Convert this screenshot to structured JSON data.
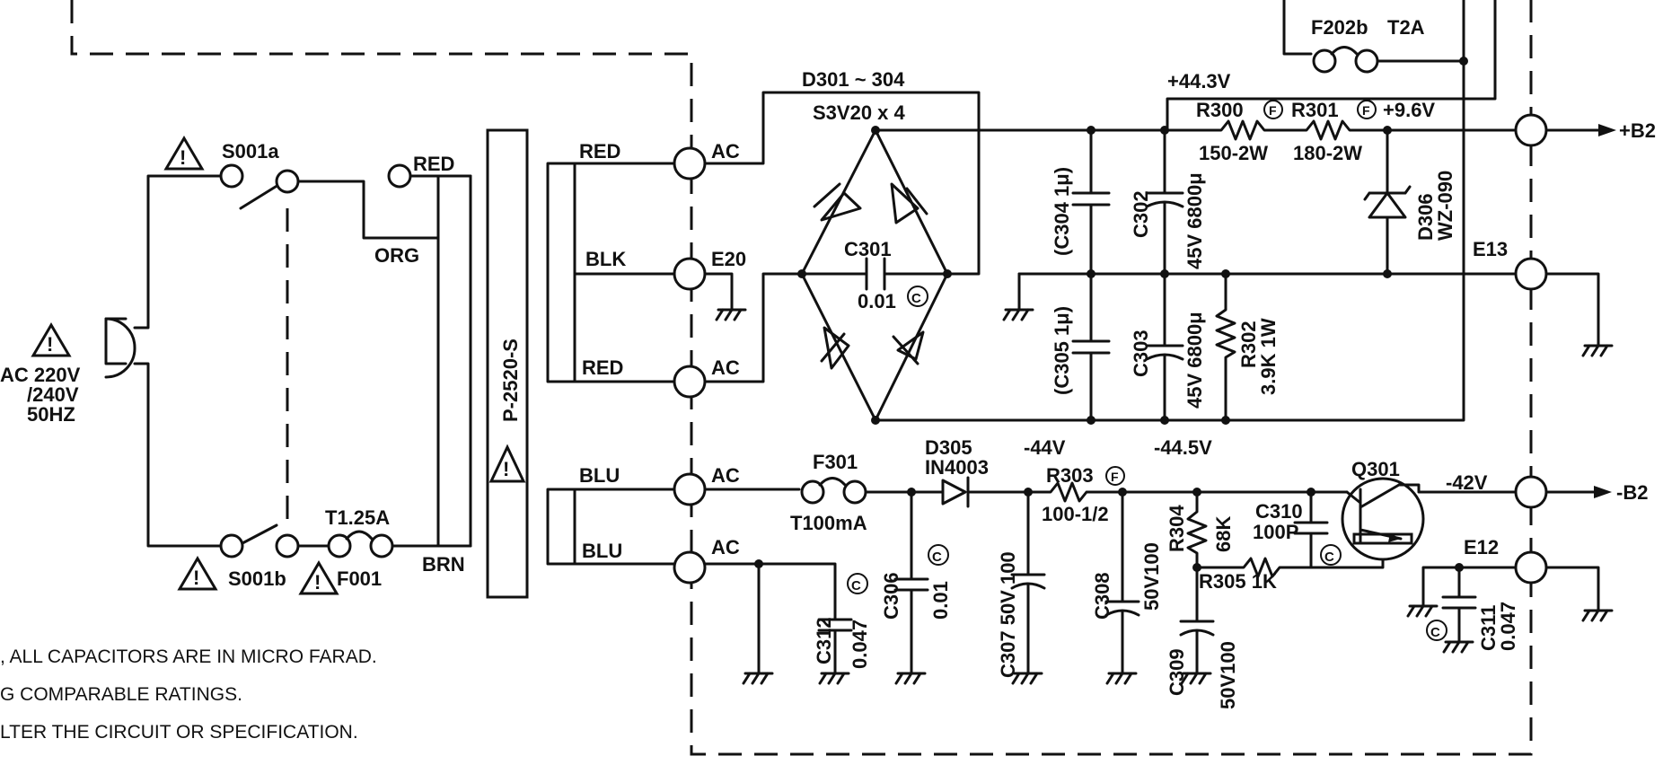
{
  "labels": {
    "d301_304": "D301 ~ 304",
    "s3v20": "S3V20 x 4",
    "c301": "C301",
    "c301_val": "0.01",
    "plus443": "+44.3V",
    "f202b": "F202b",
    "t2a": "T2A",
    "r300": "R300",
    "r301": "R301",
    "r300_val": "150-2W",
    "r301_val": "180-2W",
    "plus96": "+9.6V",
    "b2_plus": "+B2",
    "c304": "(C304 1μ)",
    "c305": "(C305 1μ)",
    "c302": "C302",
    "c302_val": "45V 6800μ",
    "c303": "C303",
    "c303_val": "45V 6800μ",
    "r302": "R302",
    "r302_val": "3.9K 1W",
    "d306": "D306",
    "d306_val": "WZ-090",
    "e13": "E13",
    "e20": "E20",
    "e12": "E12",
    "red1": "RED",
    "red2": "RED",
    "red3": "RED",
    "blk": "BLK",
    "org": "ORG",
    "brn": "BRN",
    "blu1": "BLU",
    "blu2": "BLU",
    "ac1": "AC",
    "ac2": "AC",
    "ac3": "AC",
    "ac4": "AC",
    "p2520s": "P-2520-S",
    "s001a": "S001a",
    "s001b": "S001b",
    "f001": "F001",
    "t125a": "T1.25A",
    "ac_in1": "AC 220V",
    "ac_in2": "/240V",
    "ac_in3": "50HZ",
    "f301": "F301",
    "t100ma": "T100mA",
    "d305": "D305",
    "in4003": "IN4003",
    "minus44": "-44V",
    "minus445": "-44.5V",
    "r303": "R303",
    "r303_val": "100-1/2",
    "r304": "R304",
    "r304_val": "68K",
    "r305": "R305 1K",
    "c310": "C310",
    "c310_val": "100P",
    "q301": "Q301",
    "minus42": "-42V",
    "b2_minus": "-B2",
    "c306": "C306",
    "c306_val": "0.01",
    "c307": "C307 50V 100",
    "c308": "C308",
    "c308_val": "50V100",
    "c309": "C309",
    "c309_val": "50V100",
    "c311": "C311",
    "c311_val": "0.047",
    "c312": "C312",
    "c312_val": "0.047"
  },
  "notes": {
    "line1": ", ALL CAPACITORS ARE IN MICRO FARAD.",
    "line2": "G COMPARABLE RATINGS.",
    "line3": "LTER THE CIRCUIT OR SPECIFICATION."
  },
  "symbols": {
    "c_circle": "C",
    "f_circle": "F",
    "warning": "!"
  }
}
